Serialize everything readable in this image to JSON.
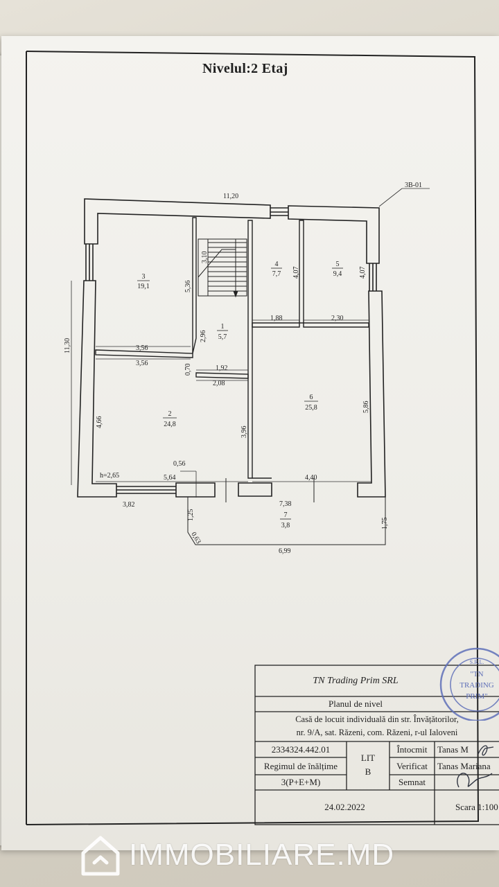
{
  "page_title": "Nivelul:2 Etaj",
  "code_label": "3B-01",
  "dimensions": {
    "top_width": "11,20",
    "left_height": "11,30",
    "d_536": "5,36",
    "d_310": "3,10",
    "d_407a": "4,07",
    "d_407b": "4,07",
    "d_188": "1,88",
    "d_230": "2,30",
    "d_296": "2,96",
    "d_356a": "3,56",
    "d_356b": "3,56",
    "d_070": "0,70",
    "d_192": "1,92",
    "d_208": "2,08",
    "d_466": "4,66",
    "d_396": "3,96",
    "d_586": "5,86",
    "d_056": "0,56",
    "h_265": "h=2,65",
    "d_564": "5,64",
    "d_440": "4,40",
    "d_382": "3,82",
    "d_738": "7,38",
    "d_125": "1,25",
    "d_063": "0,63",
    "d_175": "1,75",
    "d_699": "6,99"
  },
  "rooms": [
    {
      "num": "3",
      "area": "19,1"
    },
    {
      "num": "4",
      "area": "7,7"
    },
    {
      "num": "5",
      "area": "9,4"
    },
    {
      "num": "1",
      "area": "5,7"
    },
    {
      "num": "2",
      "area": "24,8"
    },
    {
      "num": "6",
      "area": "25,8"
    },
    {
      "num": "7",
      "area": "3,8"
    }
  ],
  "title_block": {
    "company": "TN Trading Prim SRL",
    "plan_name": "Planul de nivel",
    "address_line1": "Casă de locuit individuală din str. Învățătorilor,",
    "address_line2": "nr. 9/A, sat. Răzeni, com. Răzeni, r-ul Ialoveni",
    "cadastral": "2334324.442.01",
    "regime_label": "Regimul de înălțime",
    "regime_value": "3(P+E+M)",
    "lit_label": "LIT",
    "lit_value": "B",
    "drawn_label": "Întocmit",
    "drawn_name": "Tanas M",
    "checked_label": "Verificat",
    "checked_name": "Tanas Mariana",
    "signed_label": "Semnat",
    "date": "24.02.2022",
    "scale": "Scara 1:100"
  },
  "stamp": {
    "line1": "S.R.L.",
    "line2": "\"TN",
    "line3": "TRADING",
    "line4": "PRIM\""
  },
  "watermark": {
    "text": "IMMOBILIARE.MD",
    "icon": "house-icon"
  },
  "colors": {
    "paper": "#f1f0eb",
    "ink": "#1f1f1f",
    "stamp": "#5f70b8"
  }
}
